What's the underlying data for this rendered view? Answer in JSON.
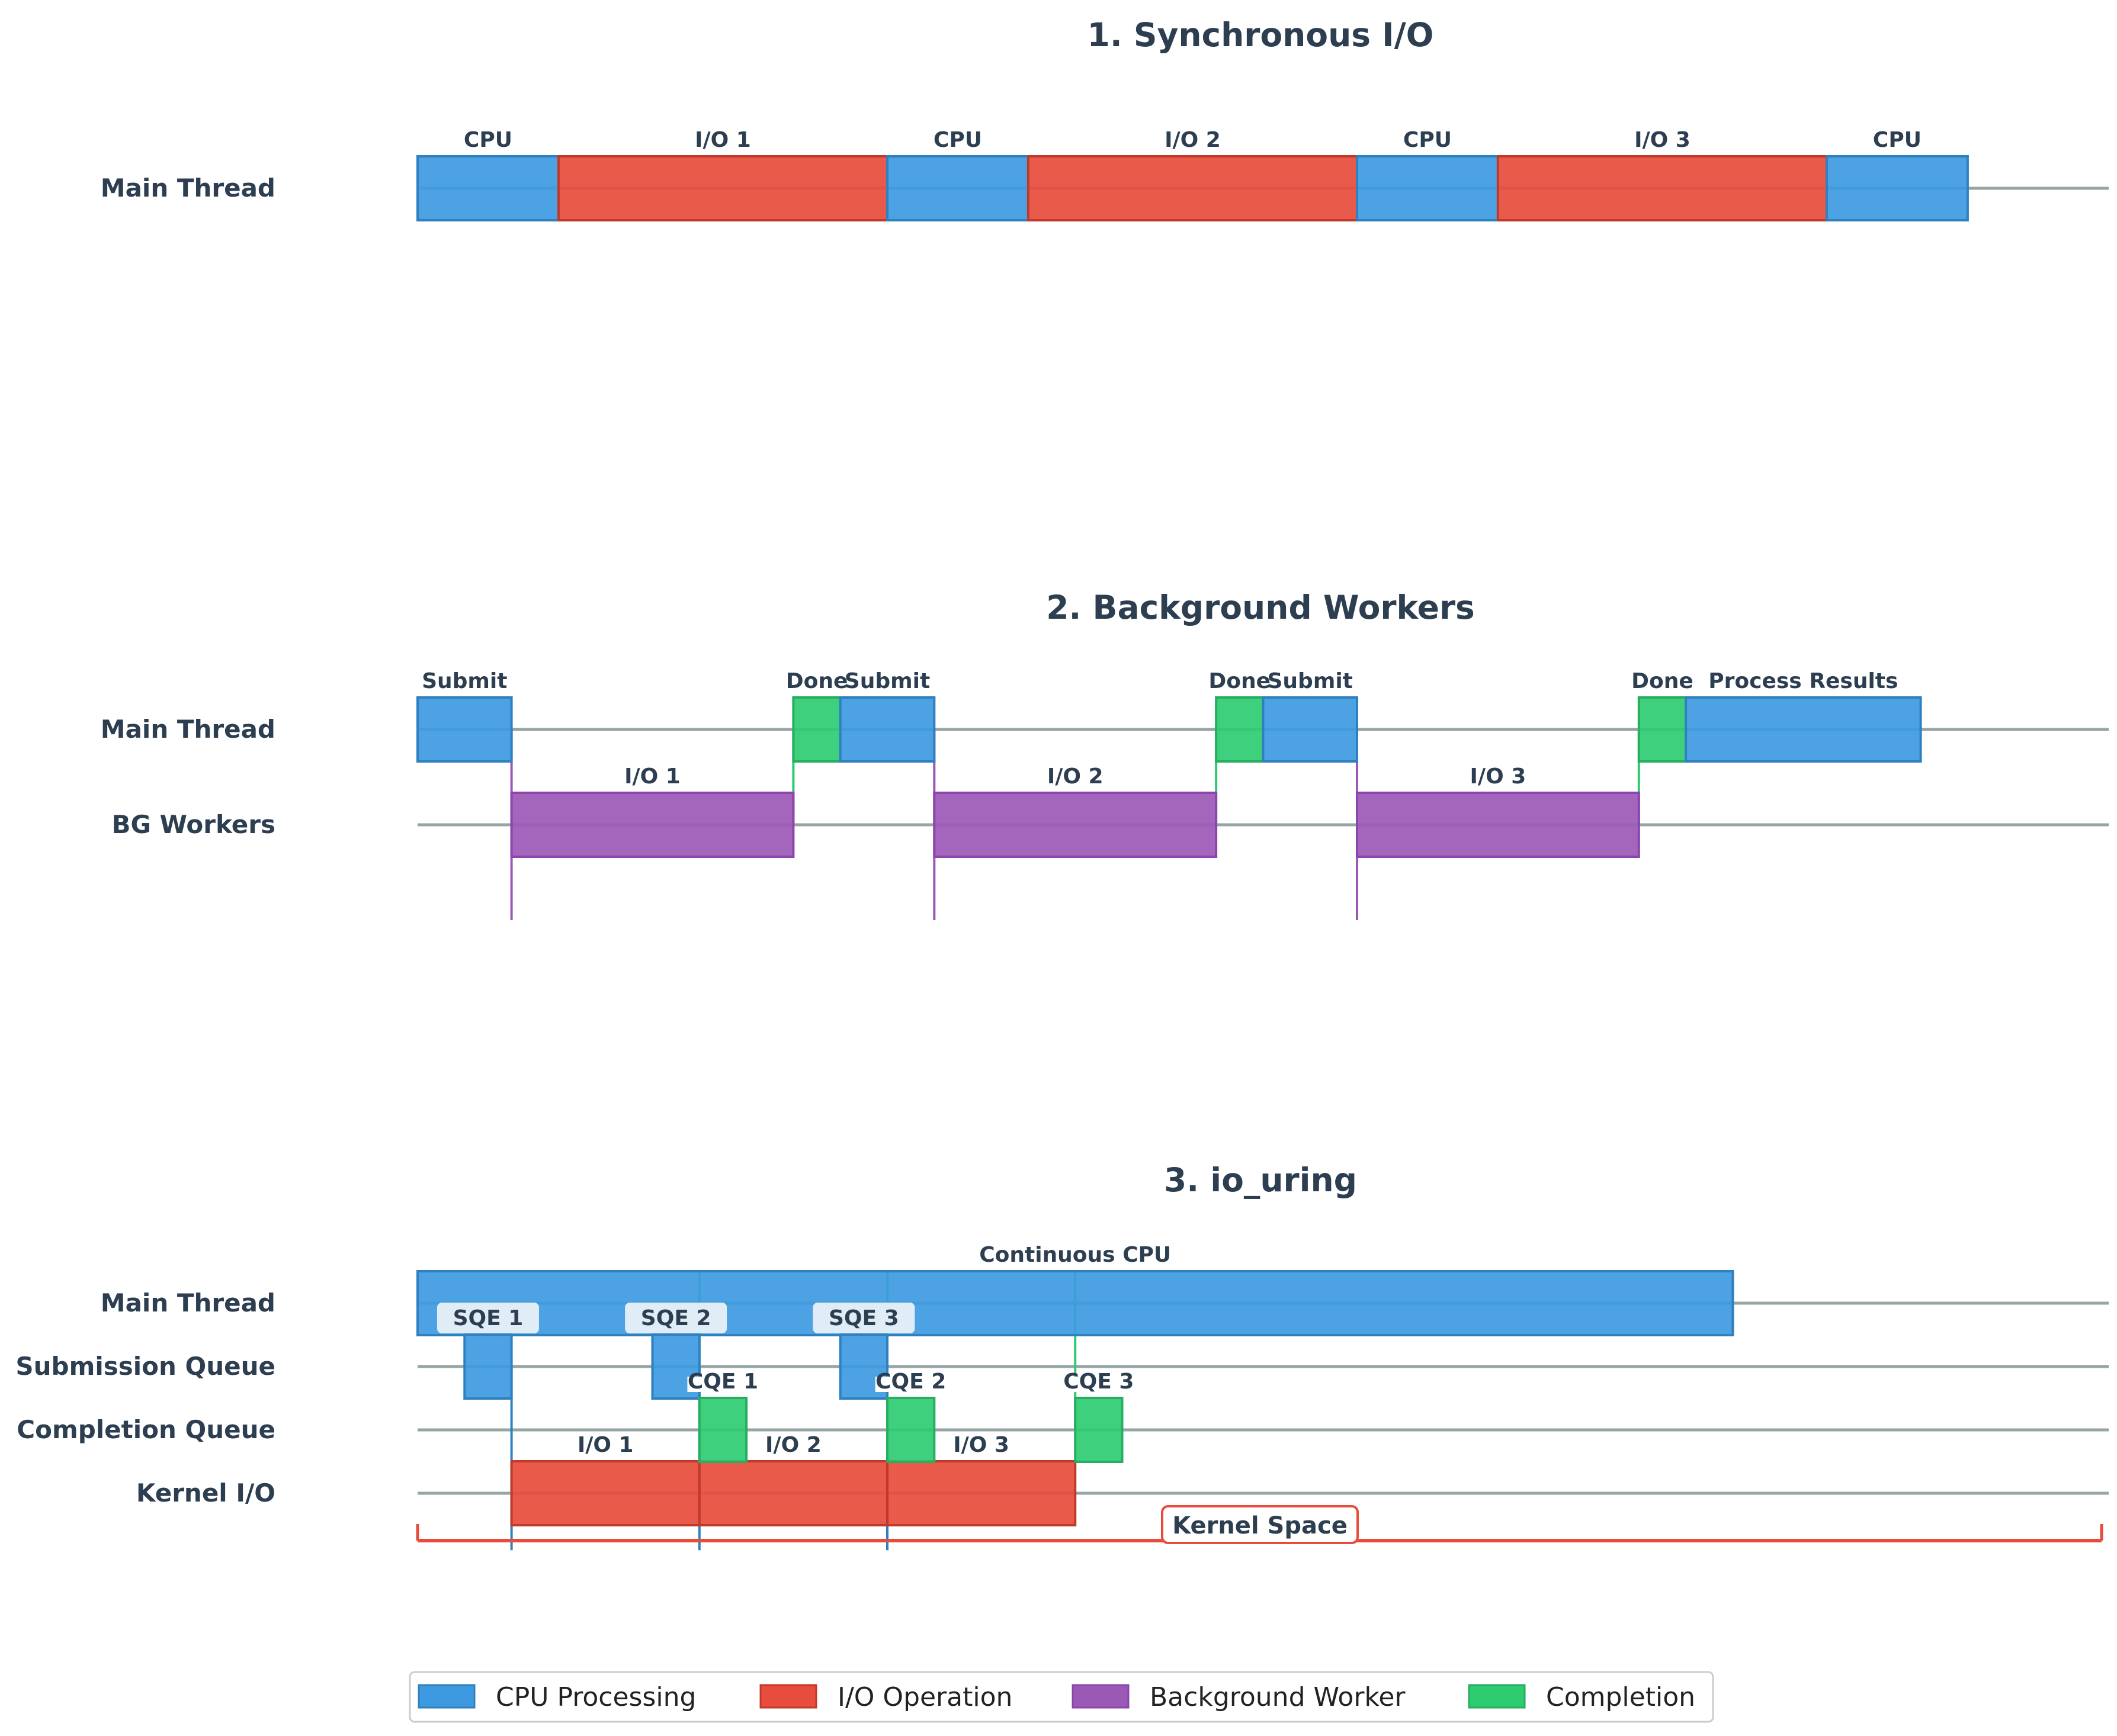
{
  "colors": {
    "cpu": "#3d9ae0",
    "cpu_edge": "#2f80bf",
    "io": "#e74c3c",
    "io_edge": "#c0392b",
    "bg": "#9b59b6",
    "bg_edge": "#8e44ad",
    "done": "#2ecc71",
    "done_edge": "#27ae60",
    "timeline": "#95a5a6",
    "text": "#2c3e50"
  },
  "sections": [
    {
      "title": "1. Synchronous I/O",
      "rows": [
        "Main Thread"
      ],
      "segments": [
        {
          "row": 0,
          "start": 0,
          "end": 0.6,
          "type": "cpu",
          "label": "CPU"
        },
        {
          "row": 0,
          "start": 0.6,
          "end": 2.0,
          "type": "io",
          "label": "I/O 1"
        },
        {
          "row": 0,
          "start": 2.0,
          "end": 2.6,
          "type": "cpu",
          "label": "CPU"
        },
        {
          "row": 0,
          "start": 2.6,
          "end": 4.0,
          "type": "io",
          "label": "I/O 2"
        },
        {
          "row": 0,
          "start": 4.0,
          "end": 4.6,
          "type": "cpu",
          "label": "CPU"
        },
        {
          "row": 0,
          "start": 4.6,
          "end": 6.0,
          "type": "io",
          "label": "I/O 3"
        },
        {
          "row": 0,
          "start": 6.0,
          "end": 6.6,
          "type": "cpu",
          "label": "CPU"
        }
      ],
      "lines": []
    },
    {
      "title": "2. Background Workers",
      "rows": [
        "Main Thread",
        "BG Workers"
      ],
      "segments": [
        {
          "row": 0,
          "start": 0,
          "end": 0.4,
          "type": "cpu",
          "label": "Submit"
        },
        {
          "row": 1,
          "start": 0.4,
          "end": 1.6,
          "type": "bg",
          "label": "I/O 1"
        },
        {
          "row": 0,
          "start": 1.6,
          "end": 1.8,
          "type": "done",
          "label": "Done"
        },
        {
          "row": 0,
          "start": 1.8,
          "end": 2.2,
          "type": "cpu",
          "label": "Submit"
        },
        {
          "row": 1,
          "start": 2.2,
          "end": 3.4,
          "type": "bg",
          "label": "I/O 2"
        },
        {
          "row": 0,
          "start": 3.4,
          "end": 3.6,
          "type": "done",
          "label": "Done"
        },
        {
          "row": 0,
          "start": 3.6,
          "end": 4.0,
          "type": "cpu",
          "label": "Submit"
        },
        {
          "row": 1,
          "start": 4.0,
          "end": 5.2,
          "type": "bg",
          "label": "I/O 3"
        },
        {
          "row": 0,
          "start": 5.2,
          "end": 5.4,
          "type": "done",
          "label": "Done"
        },
        {
          "row": 0,
          "start": 5.4,
          "end": 6.4,
          "type": "cpu",
          "label": "Process Results"
        }
      ],
      "lines": [
        {
          "t": 0.4,
          "from_row": 0,
          "to_row": 2,
          "type": "bg"
        },
        {
          "t": 2.2,
          "from_row": 0,
          "to_row": 2,
          "type": "bg"
        },
        {
          "t": 4.0,
          "from_row": 0,
          "to_row": 2,
          "type": "bg"
        },
        {
          "t": 1.6,
          "from_row": 1,
          "to_row": 0,
          "type": "done"
        },
        {
          "t": 3.4,
          "from_row": 1,
          "to_row": 0,
          "type": "done"
        },
        {
          "t": 5.2,
          "from_row": 1,
          "to_row": 0,
          "type": "done"
        }
      ]
    },
    {
      "title": "3. io_uring",
      "rows": [
        "Main Thread",
        "Submission Queue",
        "Completion Queue",
        "Kernel I/O"
      ],
      "segments": [
        {
          "row": 0,
          "start": 0,
          "end": 5.6,
          "type": "cpu",
          "label": "Continuous CPU"
        },
        {
          "row": 1,
          "start": 0.2,
          "end": 0.4,
          "type": "cpu",
          "label": "SQE 1",
          "boxed": true
        },
        {
          "row": 1,
          "start": 1.0,
          "end": 1.2,
          "type": "cpu",
          "label": "SQE 2",
          "boxed": true
        },
        {
          "row": 1,
          "start": 1.8,
          "end": 2.0,
          "type": "cpu",
          "label": "SQE 3",
          "boxed": true
        },
        {
          "row": 3,
          "start": 0.4,
          "end": 1.2,
          "type": "io",
          "label": "I/O 1"
        },
        {
          "row": 3,
          "start": 1.2,
          "end": 2.0,
          "type": "io",
          "label": "I/O 2"
        },
        {
          "row": 3,
          "start": 2.0,
          "end": 2.8,
          "type": "io",
          "label": "I/O 3"
        },
        {
          "row": 2,
          "start": 1.2,
          "end": 1.4,
          "type": "done",
          "label": "CQE 1"
        },
        {
          "row": 2,
          "start": 2.0,
          "end": 2.2,
          "type": "done",
          "label": "CQE 2"
        },
        {
          "row": 2,
          "start": 2.8,
          "end": 3.0,
          "type": "done",
          "label": "CQE 3"
        }
      ],
      "lines": [
        {
          "t": 0.4,
          "from_row": 1,
          "to_row": 3.9,
          "type": "cpu"
        },
        {
          "t": 1.2,
          "from_row": 1,
          "to_row": 3.9,
          "type": "cpu"
        },
        {
          "t": 2.0,
          "from_row": 1,
          "to_row": 3.9,
          "type": "cpu"
        },
        {
          "t": 1.2,
          "from_row": 2,
          "to_row": -0.5,
          "type": "done"
        },
        {
          "t": 2.0,
          "from_row": 2,
          "to_row": -0.5,
          "type": "done"
        },
        {
          "t": 2.8,
          "from_row": 2,
          "to_row": -0.5,
          "type": "done"
        }
      ],
      "region": {
        "label": "Kernel Space",
        "start": 0,
        "end": 7.2
      }
    }
  ],
  "legend": [
    {
      "label": "CPU Processing",
      "type": "cpu"
    },
    {
      "label": "I/O Operation",
      "type": "io"
    },
    {
      "label": "Background Worker",
      "type": "bg"
    },
    {
      "label": "Completion",
      "type": "done"
    }
  ]
}
